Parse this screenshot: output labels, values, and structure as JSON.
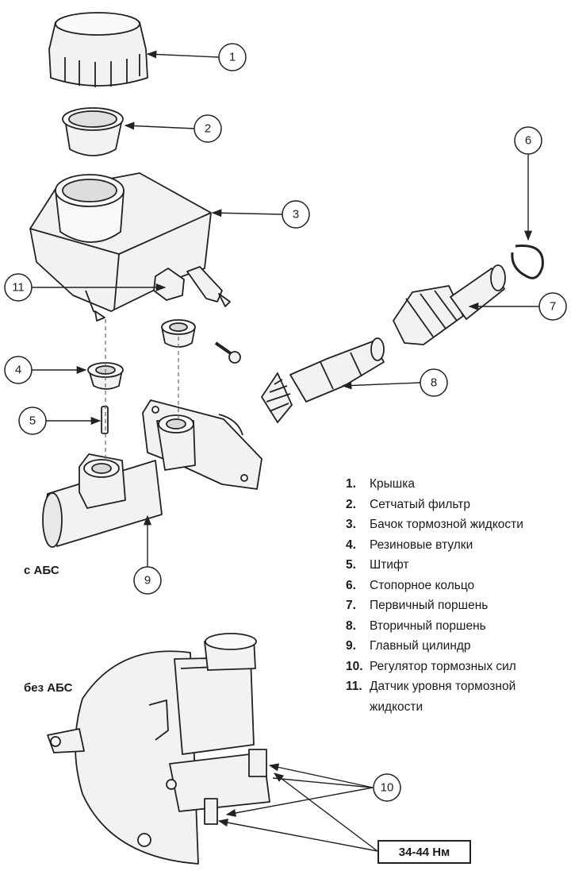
{
  "callouts": [
    "1",
    "2",
    "3",
    "4",
    "5",
    "6",
    "7",
    "8",
    "9",
    "10",
    "11"
  ],
  "legend": [
    {
      "num": "1.",
      "text": "Крышка"
    },
    {
      "num": "2.",
      "text": "Сетчатый фильтр"
    },
    {
      "num": "3.",
      "text": "Бачок тормозной жидкости"
    },
    {
      "num": "4.",
      "text": "Резиновые втулки"
    },
    {
      "num": "5.",
      "text": "Штифт"
    },
    {
      "num": "6.",
      "text": "Стопорное кольцо"
    },
    {
      "num": "7.",
      "text": "Первичный поршень"
    },
    {
      "num": "8.",
      "text": "Вторичный поршень"
    },
    {
      "num": "9.",
      "text": "Главный цилиндр"
    },
    {
      "num": "10.",
      "text": "Регулятор тормозных сил"
    },
    {
      "num": "11.",
      "text": "Датчик уровня тормозной жидкости"
    }
  ],
  "labels": {
    "with_abs": "с АБС",
    "without_abs": "без АБС",
    "torque": "34-44 Нм"
  }
}
